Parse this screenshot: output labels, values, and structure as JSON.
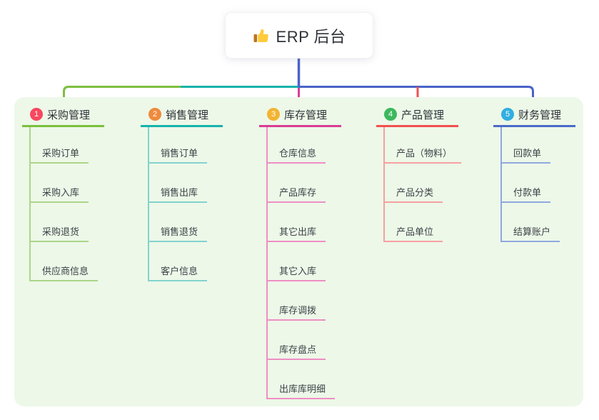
{
  "root": {
    "label": "ERP 后台",
    "icon": "thumbs-up-icon"
  },
  "colors": {
    "panel_bg": "#edf8e8",
    "root_connector": "#4a63c8",
    "bus_segments": {
      "left": "#7cbf3f",
      "mid": "#16b3ac",
      "right": "#4a63c8"
    },
    "drops": {
      "branch3": "#da3d93",
      "branch4": "#f25050"
    }
  },
  "branches": [
    {
      "num": "1",
      "title": "采购管理",
      "circle_color": "#f8475f",
      "line_color": "#7cbf3f",
      "child_line_color": "#abd689",
      "children": [
        "采购订单",
        "采购入库",
        "采购退货",
        "供应商信息"
      ]
    },
    {
      "num": "2",
      "title": "销售管理",
      "circle_color": "#ef8a3c",
      "line_color": "#16b3ac",
      "child_line_color": "#82d3cd",
      "children": [
        "销售订单",
        "销售出库",
        "销售退货",
        "客户信息"
      ]
    },
    {
      "num": "3",
      "title": "库存管理",
      "circle_color": "#f3b433",
      "line_color": "#da3d93",
      "child_line_color": "#ef8ec4",
      "children": [
        "仓库信息",
        "产品库存",
        "其它出库",
        "其它入库",
        "库存调拨",
        "库存盘点",
        "出库库明细"
      ]
    },
    {
      "num": "4",
      "title": "产品管理",
      "circle_color": "#3cb85c",
      "line_color": "#f25050",
      "child_line_color": "#f7a0a0",
      "children": [
        "产品（物料）",
        "产品分类",
        "产品单位"
      ]
    },
    {
      "num": "5",
      "title": "财务管理",
      "circle_color": "#31aee0",
      "line_color": "#4a6bc9",
      "child_line_color": "#90a8e0",
      "children": [
        "回款单",
        "付款单",
        "结算账户"
      ]
    }
  ]
}
